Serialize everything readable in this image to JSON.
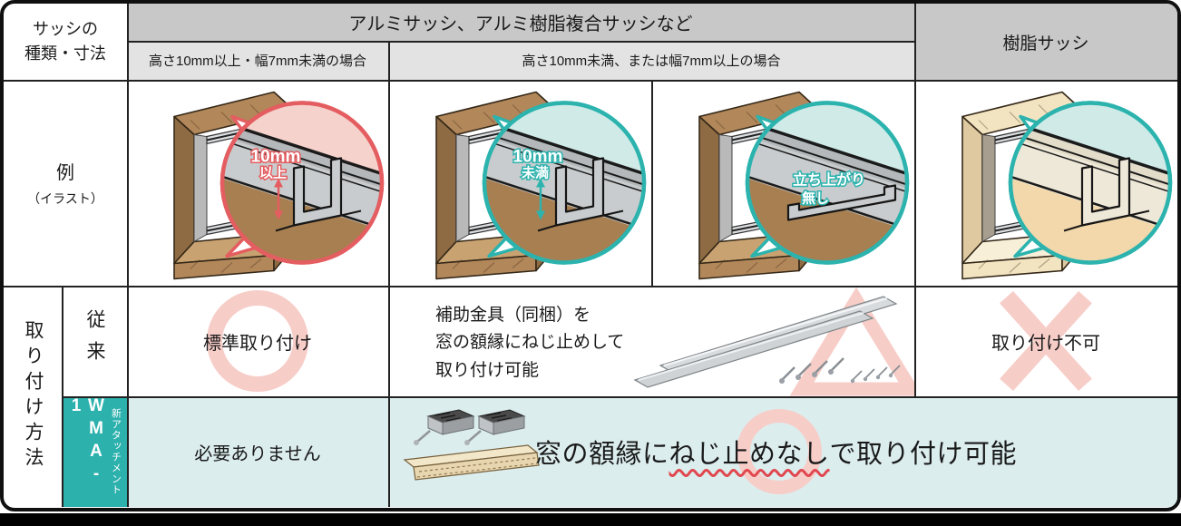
{
  "table": {
    "corner_lines": [
      "サッシの",
      "種類・寸法"
    ],
    "col_group_aluminum": "アルミサッシ、アルミ樹脂複合サッシなど",
    "sub_condition_left": "高さ10mm以上・幅7mm未満の場合",
    "sub_condition_right": "高さ10mm未満、または幅7mm以上の場合",
    "col_group_resin": "樹脂サッシ",
    "row_example_label": "例",
    "row_example_sublabel": "（イラスト）",
    "row_method_label": "取り付け方法",
    "row_conventional_label": "従来",
    "row_new_label": {
      "product": "WMA-1",
      "note": "新アタッチメント"
    }
  },
  "illustrations": {
    "aluminum_standard": {
      "callout_value": "10mm",
      "callout_qualifier": "以上",
      "callout_color": "#e45d60"
    },
    "aluminum_low": {
      "callout_value": "10mm",
      "callout_qualifier": "未満",
      "callout_color": "#2cb3ae"
    },
    "aluminum_no_upstand": {
      "callout_value": "立ち上がり",
      "callout_qualifier": "無し",
      "callout_color": "#2cb3ae"
    },
    "resin": {
      "callout_color": "#2cb3ae"
    }
  },
  "conventional": {
    "aluminum_standard": {
      "text": "標準取り付け",
      "mark": "circle-mark"
    },
    "aluminum_other": {
      "line1": "補助金具（同梱）を",
      "line2": "窓の額縁にねじ止めして",
      "line3": "取り付け可能",
      "mark": "triangle-mark"
    },
    "resin": {
      "text": "取り付け不可",
      "mark": "cross-mark"
    }
  },
  "new_attachment": {
    "aluminum_standard": {
      "text": "必要ありません"
    },
    "other": {
      "text_before": "窓の額縁に",
      "text_emphasis": "ねじ止めなし",
      "text_after": "で取り付け可能",
      "mark": "circle-mark"
    }
  },
  "colors": {
    "teal": "#2cb1ad",
    "teal_light": "#dcedee",
    "pink": "#f7cdc8",
    "red": "#e45d60",
    "header_gray": "#c8c8c8",
    "subheader_gray": "#e3e3e3"
  }
}
